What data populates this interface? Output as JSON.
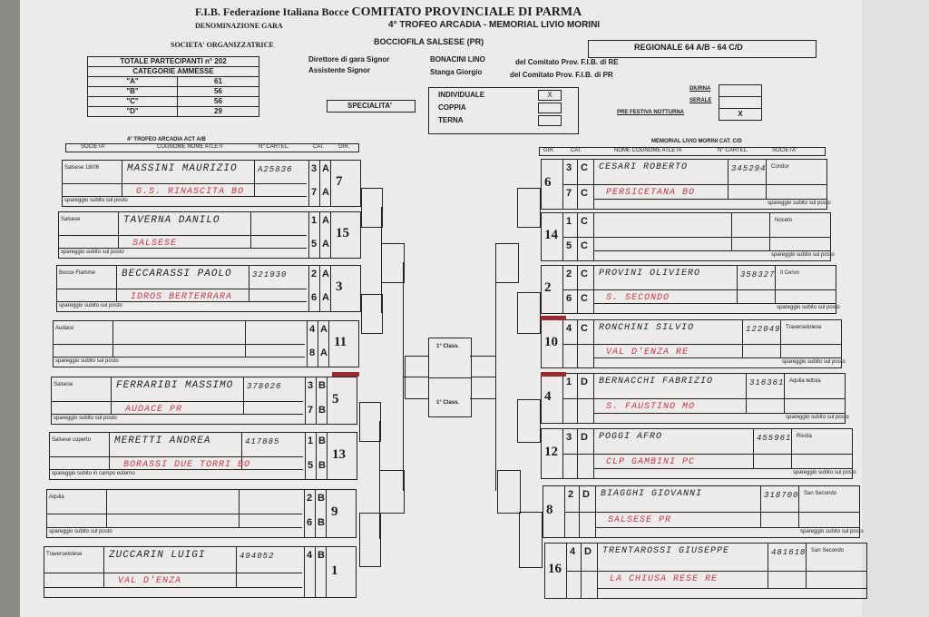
{
  "header": {
    "federation": "F.I.B. Federazione Italiana Bocce",
    "committee": "COMITATO PROVINCIALE DI PARMA",
    "denomination_label": "DENOMINAZIONE GARA",
    "event": "4° TROFEO ARCADIA - MEMORIAL LIVIO MORINI",
    "society_label": "SOCIETA' ORGANIZZATRICE",
    "society": "BOCCIOFILA SALSESE (PR)",
    "level": "REGIONALE   64 A/B - 64 C/D",
    "director_label": "Direttore di gara Signor",
    "director": "BONACINI LINO",
    "director_committee": "del Comitato Prov. F.I.B. di RE",
    "assistant_label": "Assistente Signor",
    "assistant": "Stanga Giorgio",
    "assistant_committee": "del Comitato Prov. F.I.B. di PR"
  },
  "participants": {
    "total_label": "TOTALE PARTECIPANTI n°",
    "total": "202",
    "categories_label": "CATEGORIE AMMESSE",
    "rows": [
      {
        "cat": "\"A\"",
        "n": "61"
      },
      {
        "cat": "\"B\"",
        "n": "56"
      },
      {
        "cat": "\"C\"",
        "n": "56"
      },
      {
        "cat": "\"D\"",
        "n": "29"
      }
    ]
  },
  "speciality": {
    "label": "SPECIALITA'",
    "options": [
      "INDIVIDUALE",
      "COPPIA",
      "TERNA"
    ],
    "individuale_mark": "X"
  },
  "schedule": {
    "options": [
      "DIURNA",
      "SERALE",
      "PRE FESTIVA NOTTURNA"
    ],
    "mark": "X"
  },
  "left_section": {
    "title": "4° TROFEO ARCADIA ACT A/B",
    "columns": [
      "SOCIETA'",
      "COGNOME NOME ATLETI",
      "N° CARTEL.",
      "CAT.",
      "GIR."
    ]
  },
  "right_section": {
    "title": "MEMORIAL LIVIO MORINI CAT. C/D",
    "columns": [
      "GIR.",
      "CAT.",
      "NOME COGNOME ATLETA",
      "N° CARTEL.",
      "SOCIETA'"
    ]
  },
  "left_entries": [
    {
      "society": "Salsese 18/06",
      "athlete": "MASSINI MAURIZIO",
      "card": "A25836",
      "club": "G.S. RINASCITA BO",
      "g1": "3",
      "c1": "A",
      "g2": "7",
      "c2": "A",
      "seed": "7",
      "note": "spareggio subito sul posto"
    },
    {
      "society": "Salsese",
      "athlete": "TAVERNA DANILO",
      "card": "",
      "club": "SALSESE",
      "g1": "1",
      "c1": "A",
      "g2": "5",
      "c2": "A",
      "seed": "15",
      "note": "spareggio subito sul posto"
    },
    {
      "society": "Bocce Fiamme",
      "athlete": "BECCARASSI PAOLO",
      "card": "321930",
      "club": "IDROS BERTERRARA",
      "g1": "2",
      "c1": "A",
      "g2": "6",
      "c2": "A",
      "seed": "3",
      "note": "spareggio subito sul posto"
    },
    {
      "society": "Audace",
      "athlete": "",
      "card": "",
      "club": "",
      "g1": "4",
      "c1": "A",
      "g2": "8",
      "c2": "A",
      "seed": "11",
      "note": "spareggio subito sul posto"
    },
    {
      "society": "Salsese",
      "athlete": "FERRARIBI MASSIMO",
      "card": "378026",
      "club": "AUDACE PR",
      "g1": "3",
      "c1": "B",
      "g2": "7",
      "c2": "B",
      "seed": "5",
      "note": "spareggio subito sul posto"
    },
    {
      "society": "Salsese coperto",
      "athlete": "MERETTI ANDREA",
      "card": "417885",
      "club": "BORASSI DUE TORRI BO",
      "g1": "1",
      "c1": "B",
      "g2": "5",
      "c2": "B",
      "seed": "13",
      "note": "spareggio subito in campo esterno"
    },
    {
      "society": "Aquila",
      "athlete": "",
      "card": "",
      "club": "",
      "g1": "2",
      "c1": "B",
      "g2": "6",
      "c2": "B",
      "seed": "9",
      "note": "spareggio subito sul posto"
    },
    {
      "society": "Traversetolese",
      "athlete": "ZUCCARIN LUIGI",
      "card": "494052",
      "club": "VAL D'ENZA",
      "g1": "4",
      "c1": "B",
      "g2": "",
      "c2": "",
      "seed": "1",
      "note": ""
    }
  ],
  "right_entries": [
    {
      "society": "Condor",
      "athlete": "CESARI ROBERTO",
      "card": "345294",
      "club": "PERSICETANA BO",
      "g1": "3",
      "c1": "C",
      "g2": "7",
      "c2": "C",
      "seed": "6",
      "note": "spareggio subito sul posto"
    },
    {
      "society": "Noceto",
      "athlete": "",
      "card": "",
      "club": "",
      "g1": "1",
      "c1": "C",
      "g2": "5",
      "c2": "C",
      "seed": "14",
      "note": "spareggio subito sul posto"
    },
    {
      "society": "Il Cervo",
      "athlete": "PROVINI OLIVIERO",
      "card": "358327",
      "club": "S. SECONDO",
      "g1": "2",
      "c1": "C",
      "g2": "6",
      "c2": "C",
      "seed": "2",
      "note": "spareggio subito sul posto"
    },
    {
      "society": "Traversetolese",
      "athlete": "RONCHINI SILVIO",
      "card": "122049",
      "club": "VAL D'ENZA RE",
      "g1": "4",
      "c1": "C",
      "g2": "",
      "c2": "",
      "seed": "10",
      "note": "spareggio subito sul posto"
    },
    {
      "society": "Aquila tettoia",
      "athlete": "BERNACCHI FABRIZIO",
      "card": "316361",
      "club": "S. FAUSTINO MO",
      "g1": "1",
      "c1": "D",
      "g2": "",
      "c2": "",
      "seed": "4",
      "note": "spareggio subito sul posto"
    },
    {
      "society": "Rivola",
      "athlete": "POGGI AFRO",
      "card": "455961",
      "club": "CLP GAMBINI PC",
      "g1": "3",
      "c1": "D",
      "g2": "",
      "c2": "",
      "seed": "12",
      "note": "spareggio subito sul posto"
    },
    {
      "society": "San Secondo",
      "athlete": "BIAGGHI GIOVANNI",
      "card": "318700",
      "club": "SALSESE PR",
      "g1": "2",
      "c1": "D",
      "g2": "",
      "c2": "",
      "seed": "8",
      "note": "spareggio subito sul posto"
    },
    {
      "society": "San Secondo",
      "athlete": "TRENTAROSSI GIUSEPPE",
      "card": "481618",
      "club": "LA CHIUSA RESE RE",
      "g1": "4",
      "c1": "D",
      "g2": "",
      "c2": "",
      "seed": "16",
      "note": ""
    }
  ],
  "final": {
    "first": "1° Class.",
    "second": "1° Class."
  }
}
